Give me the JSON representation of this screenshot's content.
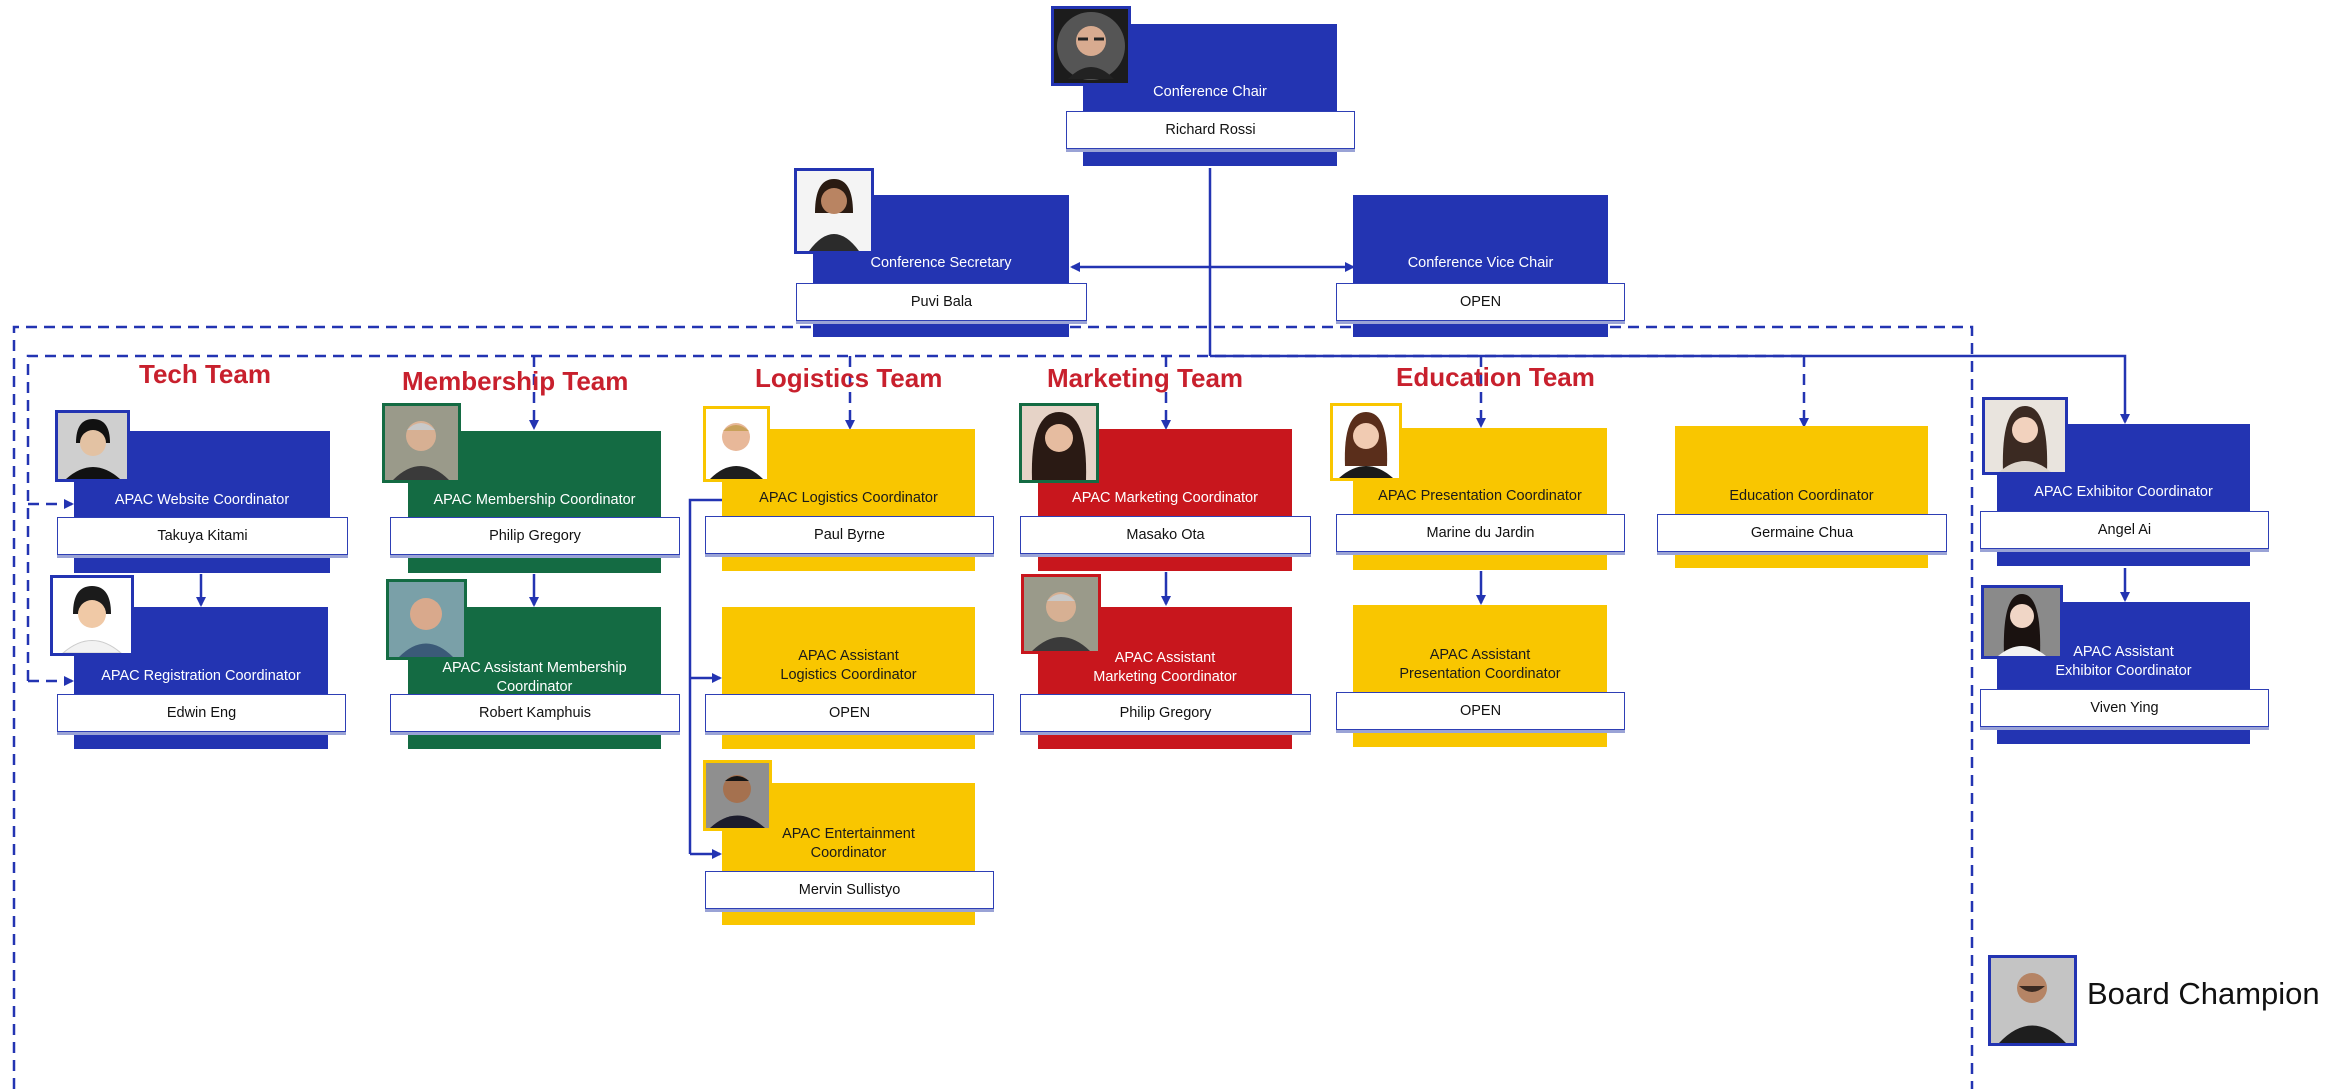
{
  "colors": {
    "blue": "#2334b2",
    "green": "#146b43",
    "yellow": "#f9c600",
    "red": "#c8161d",
    "line": "#2334b2",
    "team_title": "#c8202d"
  },
  "teams": {
    "tech": "Tech Team",
    "membership": "Membership Team",
    "logistics": "Logistics Team",
    "marketing": "Marketing Team",
    "education": "Education Team"
  },
  "nodes": {
    "chair": {
      "role": "Conference Chair",
      "name": "Richard Rossi"
    },
    "secretary": {
      "role": "Conference Secretary",
      "name": "Puvi Bala"
    },
    "vice_chair": {
      "role": "Conference Vice Chair",
      "name": "OPEN"
    },
    "website": {
      "role": "APAC Website Coordinator",
      "name": "Takuya Kitami"
    },
    "registration": {
      "role": "APAC Registration Coordinator",
      "name": "Edwin Eng"
    },
    "membership": {
      "role": "APAC Membership Coordinator",
      "name": "Philip Gregory"
    },
    "asst_membership": {
      "role": "APAC Assistant Membership\nCoordinator",
      "name": "Robert Kamphuis"
    },
    "logistics": {
      "role": "APAC Logistics Coordinator",
      "name": "Paul Byrne"
    },
    "asst_logistics": {
      "role": "APAC Assistant\nLogistics Coordinator",
      "name": "OPEN"
    },
    "entertainment": {
      "role": "APAC Entertainment\nCoordinator",
      "name": "Mervin Sullistyo"
    },
    "marketing": {
      "role": "APAC Marketing Coordinator",
      "name": "Masako Ota"
    },
    "asst_marketing": {
      "role": "APAC Assistant\nMarketing Coordinator",
      "name": "Philip Gregory"
    },
    "presentation": {
      "role": "APAC Presentation Coordinator",
      "name": "Marine du Jardin"
    },
    "asst_presentation": {
      "role": "APAC Assistant\nPresentation Coordinator",
      "name": "OPEN"
    },
    "education": {
      "role": "Education Coordinator",
      "name": "Germaine Chua"
    },
    "exhibitor": {
      "role": "APAC Exhibitor Coordinator",
      "name": "Angel Ai"
    },
    "asst_exhibitor": {
      "role": "APAC Assistant\nExhibitor Coordinator",
      "name": "Viven Ying"
    }
  },
  "legend": {
    "label": "Board Champion"
  }
}
